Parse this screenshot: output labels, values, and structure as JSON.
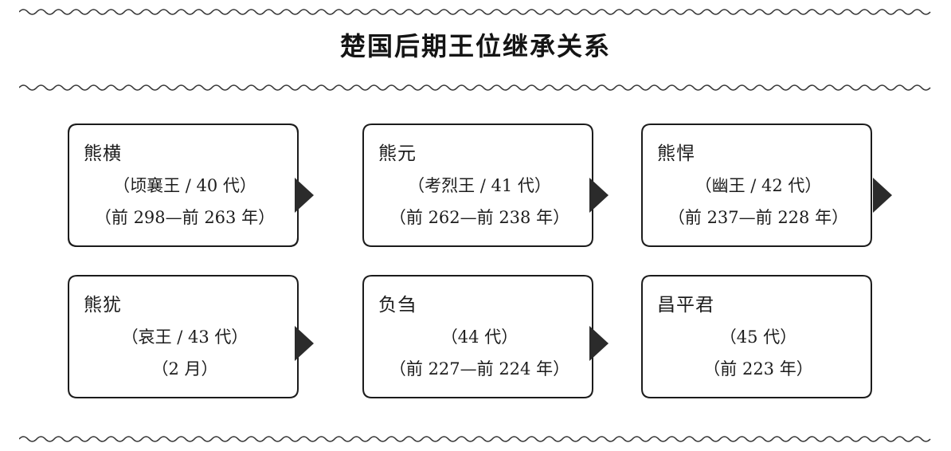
{
  "document": {
    "title": "楚国后期王位继承关系"
  },
  "decorations": {
    "wave_top": "wavy-rule",
    "wave_under_title": "wavy-rule",
    "wave_bottom": "wavy-rule",
    "arrow_glyph": "right-triangle-arrow",
    "frame_style": "snipped-corner-box",
    "ink_color": "#1c1c1c",
    "arrow_color": "#2b2b2b"
  },
  "chart_data": {
    "type": "diagram",
    "title": "楚国后期王位继承关系",
    "layout": "2 rows x 3 columns, left-to-right succession with arrows",
    "nodes": [
      {
        "id": "node-1",
        "name": "熊横",
        "title": "（顷襄王 / 40 代）",
        "reign": "（前 298—前 263 年）",
        "generation": 40,
        "posthumous": "顷襄王",
        "start_year": -298,
        "end_year": -263,
        "arrow_after": true
      },
      {
        "id": "node-2",
        "name": "熊元",
        "title": "（考烈王 / 41 代）",
        "reign": "（前 262—前 238 年）",
        "generation": 41,
        "posthumous": "考烈王",
        "start_year": -262,
        "end_year": -238,
        "arrow_after": true
      },
      {
        "id": "node-3",
        "name": "熊悍",
        "title": "（幽王 / 42 代）",
        "reign": "（前 237—前 228 年）",
        "generation": 42,
        "posthumous": "幽王",
        "start_year": -237,
        "end_year": -228,
        "arrow_after": true
      },
      {
        "id": "node-4",
        "name": "熊犹",
        "title": "（哀王 / 43 代）",
        "reign": "（2 月）",
        "generation": 43,
        "posthumous": "哀王",
        "arrow_after": true
      },
      {
        "id": "node-5",
        "name": "负刍",
        "title": "（44 代）",
        "reign": "（前 227—前 224 年）",
        "generation": 44,
        "posthumous": "",
        "start_year": -227,
        "end_year": -224,
        "arrow_after": true
      },
      {
        "id": "node-6",
        "name": "昌平君",
        "title": "（45 代）",
        "reign": "（前 223 年）",
        "generation": 45,
        "posthumous": "",
        "start_year": -223,
        "end_year": -223,
        "arrow_after": false
      }
    ]
  }
}
